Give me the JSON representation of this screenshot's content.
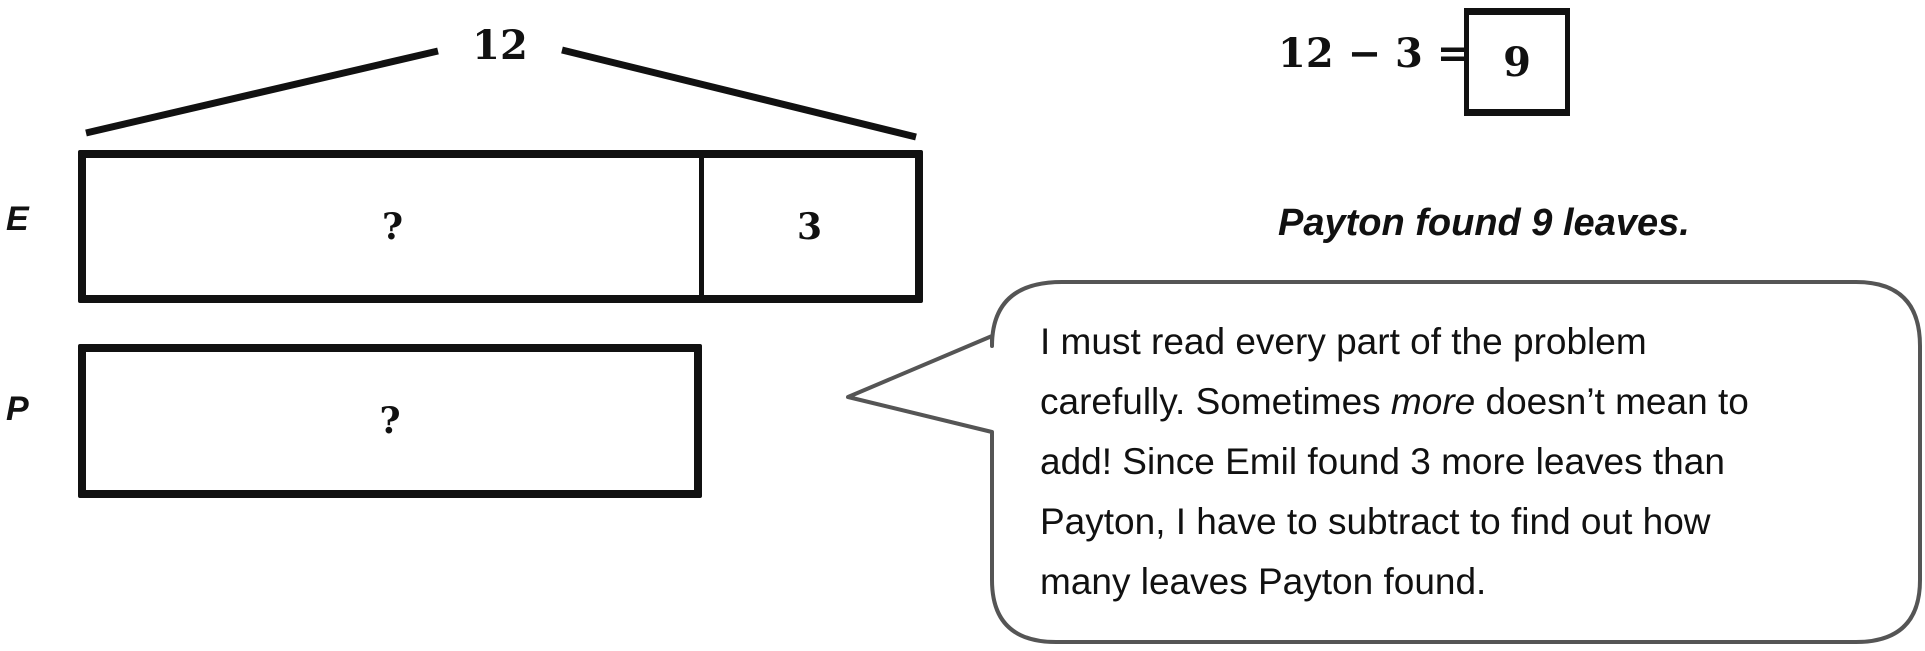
{
  "tape_diagram": {
    "total_label": "12",
    "rows": [
      {
        "label": "E",
        "segments": [
          {
            "value": "?",
            "role": "unknown"
          },
          {
            "value": "3",
            "role": "difference"
          }
        ]
      },
      {
        "label": "P",
        "segments": [
          {
            "value": "?",
            "role": "unknown"
          }
        ]
      }
    ]
  },
  "equation": {
    "expression": "12 − 3 =",
    "answer": "9"
  },
  "statement": "Payton found 9 leaves.",
  "speech_bubble": {
    "lines": [
      "I must read every part of the problem",
      "carefully.  Sometimes ",
      "more",
      " doesn’t mean to",
      "add!  Since Emil found 3 more leaves than",
      "Payton, I have to subtract to find out how",
      "many leaves Payton found."
    ]
  },
  "colors": {
    "ink": "#111111",
    "bubble_stroke": "#555555",
    "background": "#ffffff"
  }
}
